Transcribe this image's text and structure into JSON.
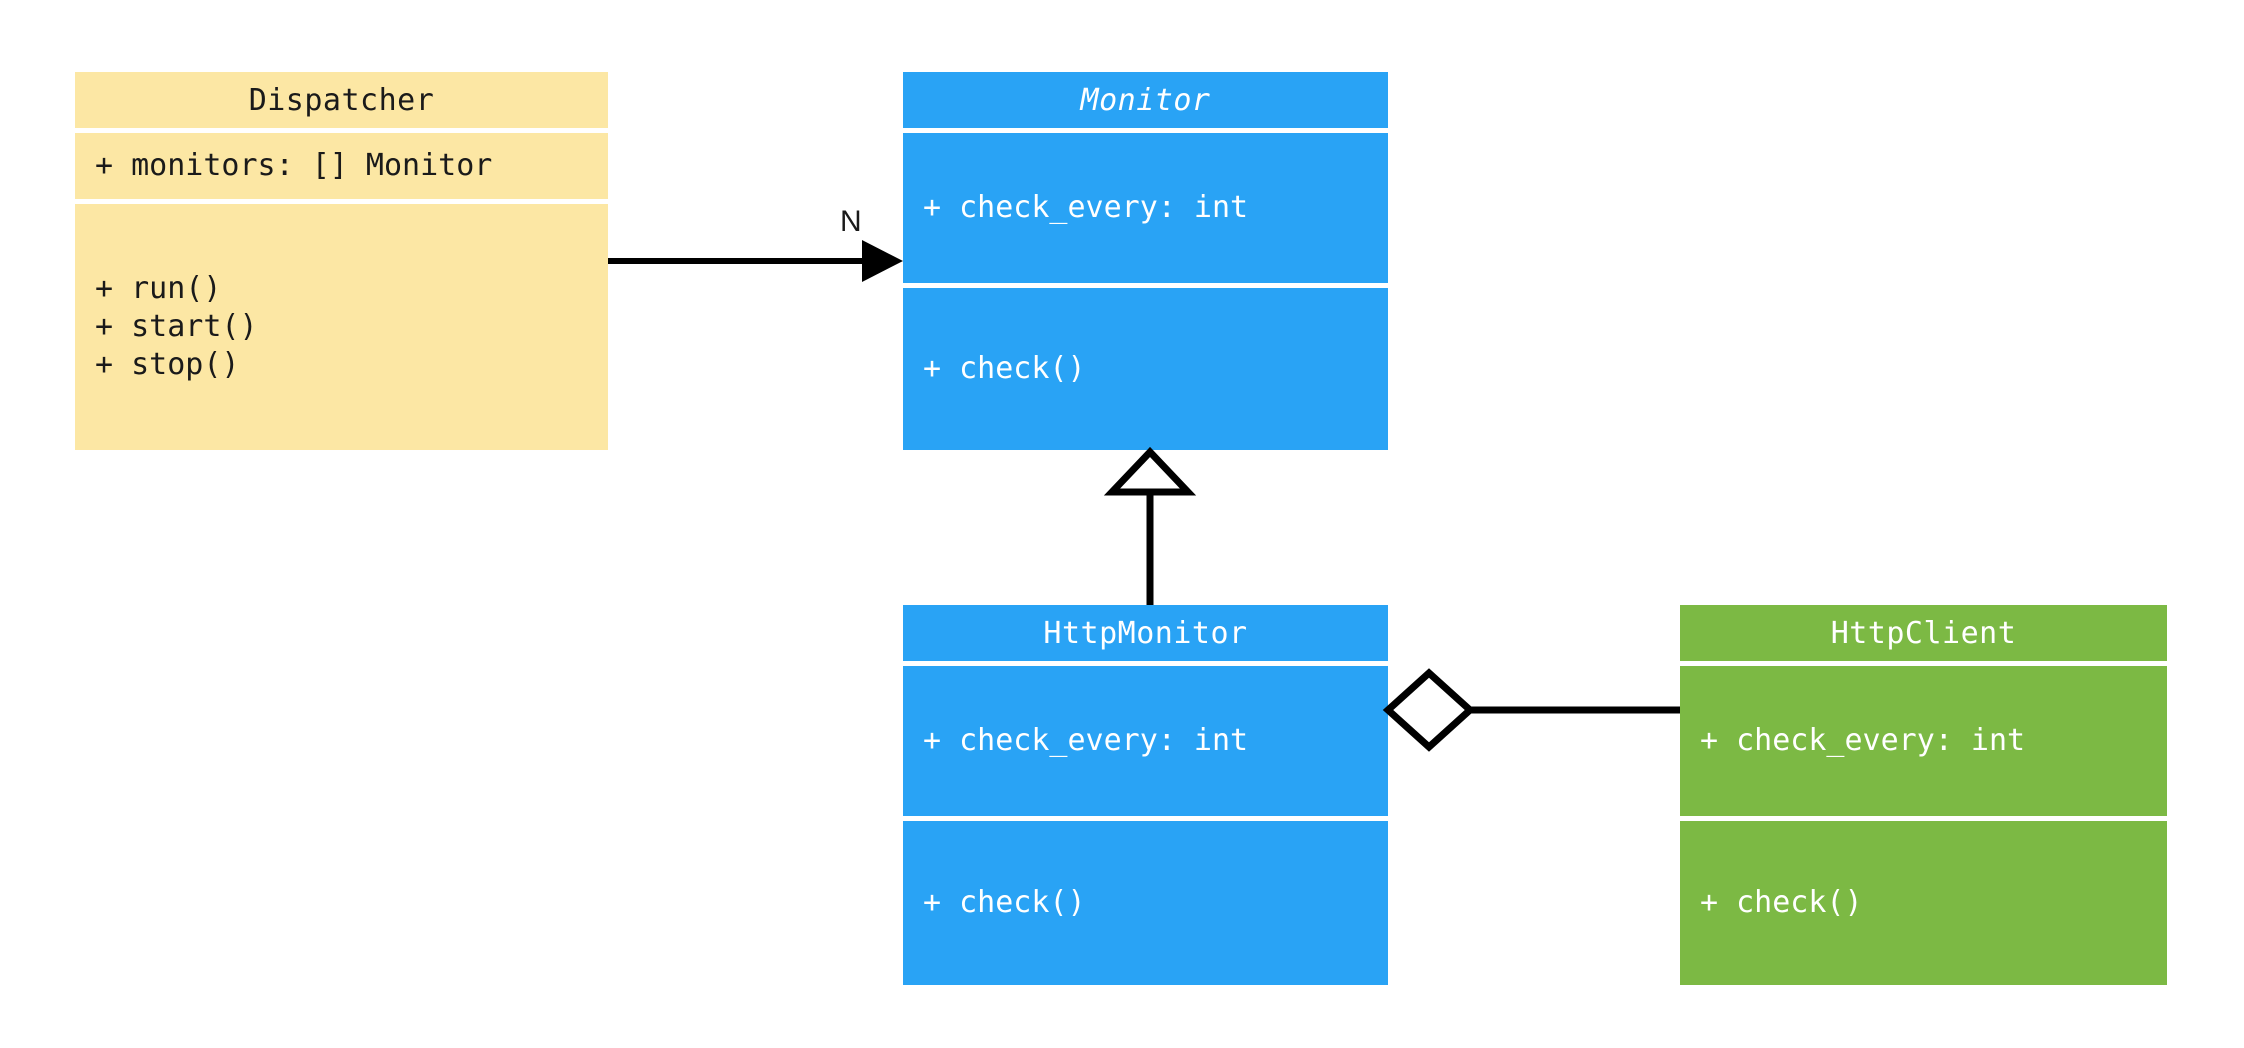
{
  "diagram": {
    "type": "uml-class-diagram",
    "background": "#ffffff",
    "palette": {
      "yellow": "#fce7a4",
      "blue": "#29a3f5",
      "green": "#7cb944",
      "line": "#000000",
      "dark_text": "#1a1a1a",
      "light_text": "#ffffff"
    },
    "classes": [
      {
        "id": "dispatcher",
        "name": "Dispatcher",
        "abstract": false,
        "color": "#fce7a4",
        "attributes": [
          "+ monitors: [] Monitor"
        ],
        "methods": [
          "+ run()",
          "+ start()",
          "+ stop()"
        ]
      },
      {
        "id": "monitor",
        "name": "Monitor",
        "abstract": true,
        "color": "#29a3f5",
        "attributes": [
          "+ check_every: int"
        ],
        "methods": [
          "+ check()"
        ]
      },
      {
        "id": "http_monitor",
        "name": "HttpMonitor",
        "abstract": false,
        "color": "#29a3f5",
        "attributes": [
          "+ check_every: int"
        ],
        "methods": [
          "+ check()"
        ]
      },
      {
        "id": "http_client",
        "name": "HttpClient",
        "abstract": false,
        "color": "#7cb944",
        "attributes": [
          "+ check_every: int"
        ],
        "methods": [
          "+ check()"
        ]
      }
    ],
    "relationships": [
      {
        "id": "dispatcher-to-monitor",
        "kind": "association",
        "arrow": "filled-triangle",
        "from": "Dispatcher",
        "to": "Monitor",
        "label": "N"
      },
      {
        "id": "httpmonitor-to-monitor",
        "kind": "generalization",
        "arrow": "hollow-triangle",
        "from": "HttpMonitor",
        "to": "Monitor",
        "label": ""
      },
      {
        "id": "httpmonitor-to-httpclient",
        "kind": "aggregation",
        "arrow": "hollow-diamond",
        "from": "HttpMonitor",
        "to": "HttpClient",
        "label": ""
      }
    ]
  }
}
